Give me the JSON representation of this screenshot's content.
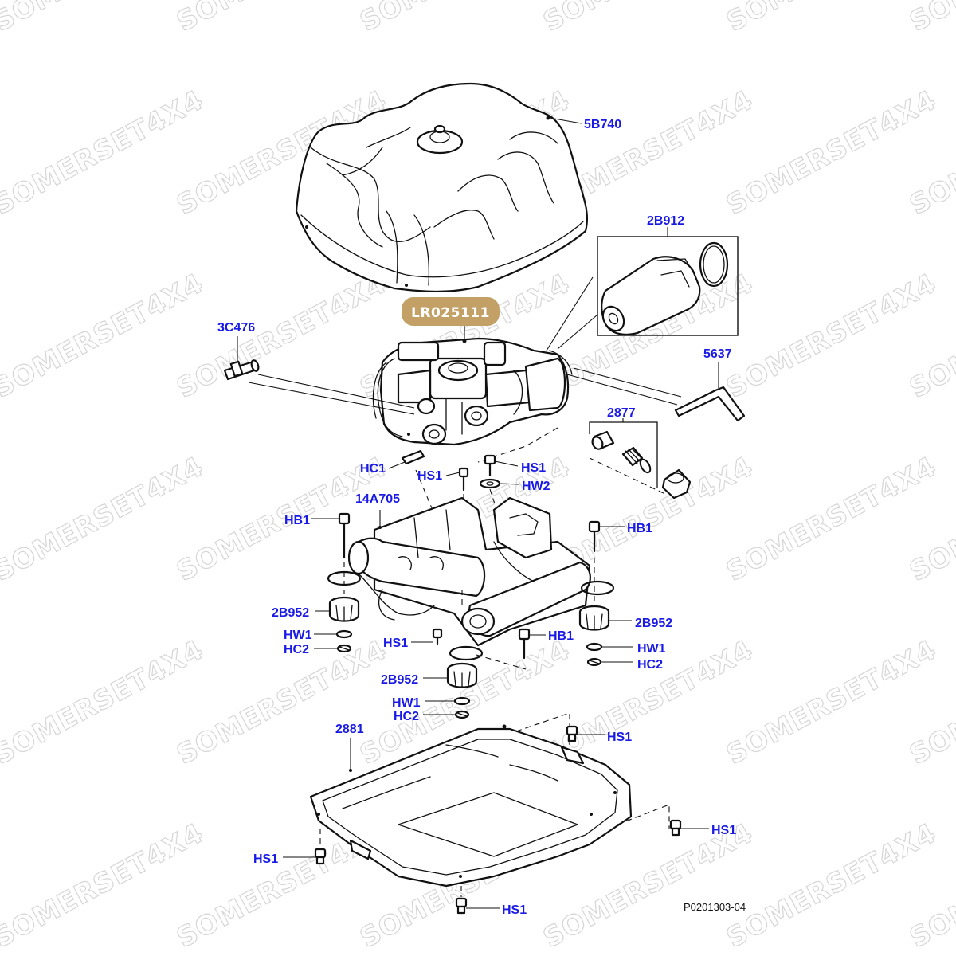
{
  "watermark": "SOMERSET4X4",
  "part_number_badge": {
    "text": "LR025111",
    "color": "#c2a066"
  },
  "diagram_ref": "P0201303-04",
  "label_color": "#1a1ae6",
  "callouts": [
    {
      "id": "5B740",
      "text": "5B740"
    },
    {
      "id": "2B912",
      "text": "2B912"
    },
    {
      "id": "3C476",
      "text": "3C476"
    },
    {
      "id": "5637",
      "text": "5637"
    },
    {
      "id": "2877",
      "text": "2877"
    },
    {
      "id": "HC1",
      "text": "HC1"
    },
    {
      "id": "HS1-a",
      "text": "HS1"
    },
    {
      "id": "HS1-b",
      "text": "HS1"
    },
    {
      "id": "HW2",
      "text": "HW2"
    },
    {
      "id": "14A705",
      "text": "14A705"
    },
    {
      "id": "HB1-a",
      "text": "HB1"
    },
    {
      "id": "HB1-b",
      "text": "HB1"
    },
    {
      "id": "2B952-a",
      "text": "2B952"
    },
    {
      "id": "2B952-b",
      "text": "2B952"
    },
    {
      "id": "HW1-a",
      "text": "HW1"
    },
    {
      "id": "HC2-a",
      "text": "HC2"
    },
    {
      "id": "HS1-c",
      "text": "HS1"
    },
    {
      "id": "HB1-c",
      "text": "HB1"
    },
    {
      "id": "HW1-b",
      "text": "HW1"
    },
    {
      "id": "HC2-b",
      "text": "HC2"
    },
    {
      "id": "2B952-c",
      "text": "2B952"
    },
    {
      "id": "HW1-c",
      "text": "HW1"
    },
    {
      "id": "HC2-c",
      "text": "HC2"
    },
    {
      "id": "2881",
      "text": "2881"
    },
    {
      "id": "HS1-d",
      "text": "HS1"
    },
    {
      "id": "HS1-e",
      "text": "HS1"
    },
    {
      "id": "HS1-f",
      "text": "HS1"
    },
    {
      "id": "HS1-g",
      "text": "HS1"
    }
  ]
}
